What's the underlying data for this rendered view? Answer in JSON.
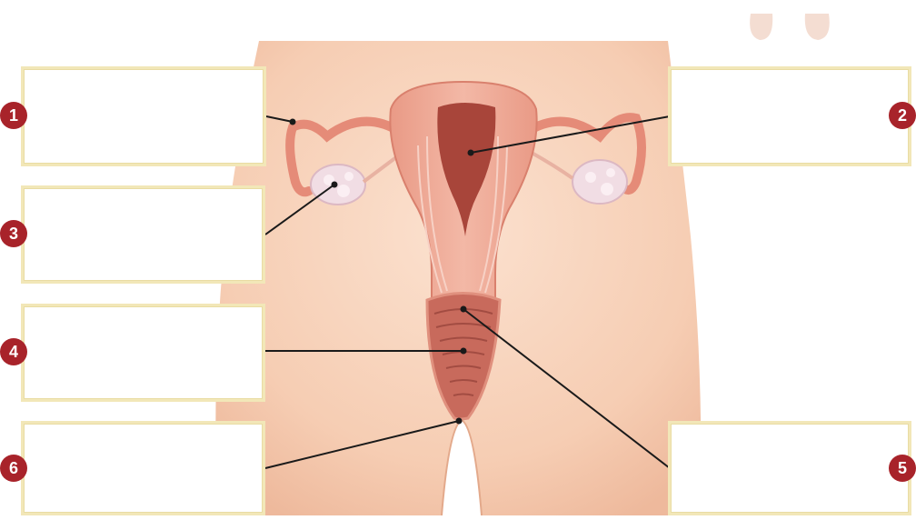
{
  "diagram": {
    "labels": [
      {
        "number": "1",
        "text": ""
      },
      {
        "number": "2",
        "text": ""
      },
      {
        "number": "3",
        "text": ""
      },
      {
        "number": "4",
        "text": ""
      },
      {
        "number": "5",
        "text": ""
      },
      {
        "number": "6",
        "text": ""
      }
    ],
    "colors": {
      "skin": "#f6cdb3",
      "skin_shadow": "#eeb99c",
      "uterus": "#eda590",
      "uterus_cavity": "#a8453a",
      "ovary": "#f1dde4",
      "badge": "#a8232a",
      "leader_line": "#1a1a1a",
      "box_border": "#f2e7b8"
    }
  }
}
